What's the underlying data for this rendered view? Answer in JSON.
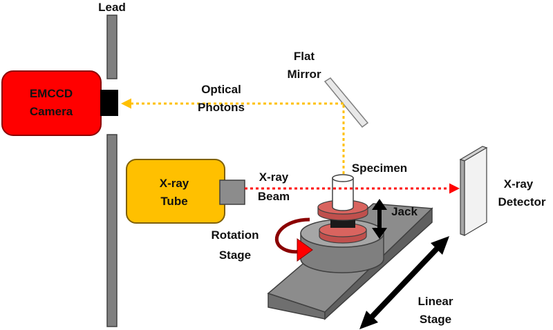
{
  "labels": {
    "lead": "Lead",
    "camera_line1": "EMCCD",
    "camera_line2": "Camera",
    "mirror_line1": "Flat",
    "mirror_line2": "Mirror",
    "optical_line1": "Optical",
    "optical_line2": "Photons",
    "xray_tube_line1": "X-ray",
    "xray_tube_line2": "Tube",
    "xray_beam_line1": "X-ray",
    "xray_beam_line2": "Beam",
    "specimen": "Specimen",
    "jack": "Jack",
    "rotation_line1": "Rotation",
    "rotation_line2": "Stage",
    "detector_line1": "X-ray",
    "detector_line2": "Detector",
    "linear_line1": "Linear",
    "linear_line2": "Stage"
  },
  "colors": {
    "camera_fill": "#ff0000",
    "tube_fill": "#ffc000",
    "optical_path": "#ffc000",
    "xray_path": "#ff0000",
    "gray_part": "#7f7f7f",
    "red_disk": "#c0504d"
  },
  "icons": {
    "rotation_arrow": "curved-red-arrow",
    "jack_arrow": "double-headed-vertical-arrow",
    "linear_arrow": "double-headed-diagonal-arrow"
  }
}
